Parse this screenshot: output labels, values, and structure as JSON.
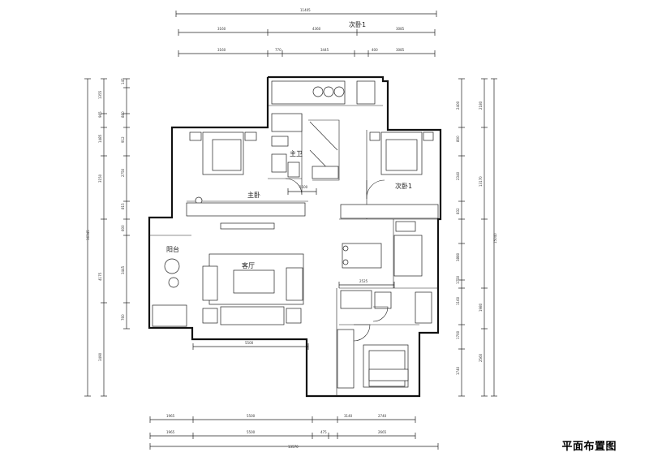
{
  "title": "平面布置图",
  "rooms": {
    "bedroom2_top": "次卧1",
    "master_bath": "主卫",
    "master_bedroom": "主卧",
    "bedroom2": "次卧1",
    "balcony": "阳台",
    "living_room": "客厅"
  },
  "dimensions": {
    "top_total": "11405",
    "top_row1": [
      "3160",
      "4360",
      "3085"
    ],
    "top_row2": [
      "3160",
      "770",
      "3445",
      "400",
      "3085"
    ],
    "left_col1": [
      "1355",
      "965",
      "1485",
      "3150",
      "4175",
      "3490"
    ],
    "left_col2": [
      "145",
      "880",
      "912",
      "2750",
      "815",
      "600",
      "3445",
      "760"
    ],
    "right_col1": [
      "2400",
      "800",
      "2340",
      "832",
      "3880",
      "1750",
      "1160",
      "1700",
      "1740"
    ],
    "right_col2": [
      "2180",
      "13170",
      "15040",
      "1980",
      "2560"
    ],
    "interior_1500": "1500",
    "interior_2525": "2525",
    "interior_5500": "5500",
    "bottom_row1": [
      "1965",
      "5500",
      "3140",
      "2740"
    ],
    "bottom_row2": [
      "1965",
      "5500",
      "475",
      "2665"
    ],
    "bottom_total": "13570",
    "left_total": "16345"
  }
}
